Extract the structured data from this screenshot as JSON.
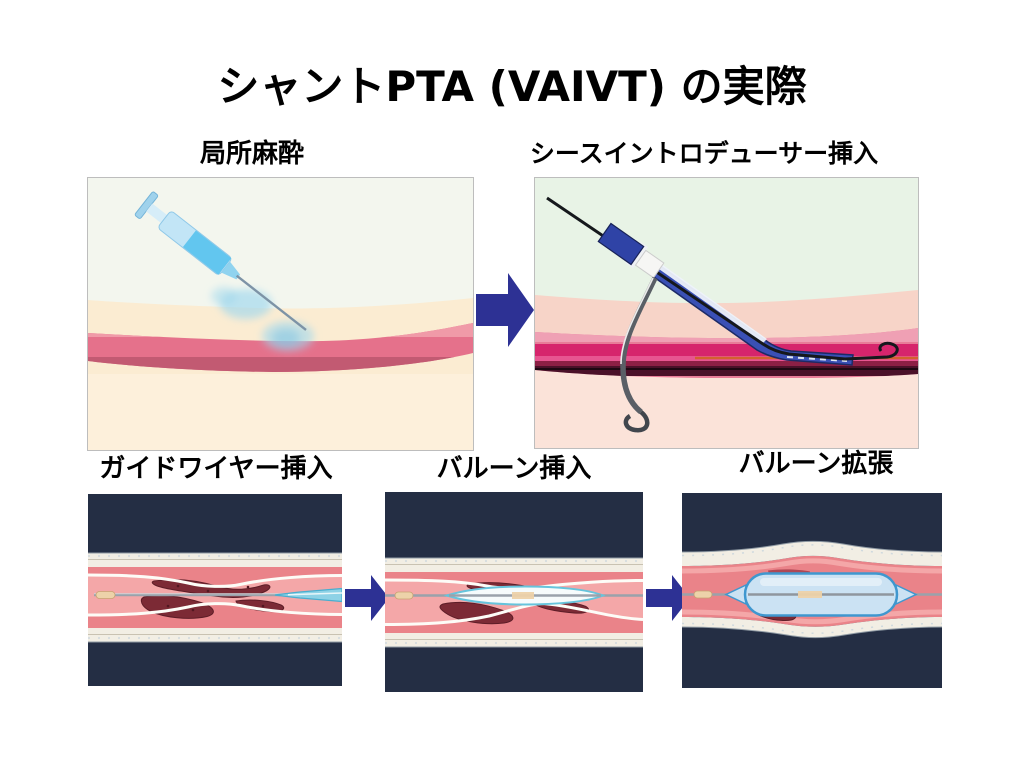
{
  "slide": {
    "title": "シャントPTA (VAIVT) の実際"
  },
  "steps": [
    {
      "id": "local-anesthesia",
      "label": "局所麻酔"
    },
    {
      "id": "sheath-introducer-insertion",
      "label": "シースイントロデューサー挿入"
    },
    {
      "id": "guidewire-insertion",
      "label": "ガイドワイヤー挿入"
    },
    {
      "id": "balloon-insertion",
      "label": "バルーン挿入"
    },
    {
      "id": "balloon-dilation",
      "label": "バルーン拡張"
    }
  ],
  "icons": {
    "flow_arrow": "right-block-arrow"
  },
  "colors": {
    "slidebg": "#ffffff",
    "text": "#000000",
    "arrow": "#2d3194",
    "panelborder": "#bdbdbd",
    "navy": "#242e44",
    "wall": "#f2eee4",
    "wallline": "#c9c2b2",
    "walldash": "#cfd9de",
    "wallouter": "#8f9aa4",
    "lumen": "#ea8389",
    "lumenlight": "#f4a7a8",
    "intima": "#fdfcf7",
    "plaque": "#7c2a35",
    "plaquedark": "#521721",
    "wire": "#9aa2ab",
    "wiretip": "#edd2a9",
    "wiretipedge": "#c7a271",
    "catheter": "#8ed2e6",
    "catheteredge": "#49aecf",
    "deflatefill": "#f6fbfc",
    "deflateedge": "#66c4dc",
    "balloonfill": "#cbe2f3",
    "balloonedge": "#3f97cf",
    "cream": "#fbecd2",
    "creamlow": "#fdf0db",
    "bggreen1": "#f3f6ee",
    "bggreen2": "#e8f3e6",
    "skinpink": "#f7d4c8",
    "peach": "#fbe3d9",
    "vesselbase": "#e5718b",
    "vesseltop": "#f09aa8",
    "vesselbottom": "#c25a72",
    "v2base": "#e87c98",
    "v2top": "#efa0b4",
    "vmagenta": "#d6256c",
    "vbright": "#e75590",
    "vorange": "#d2622e",
    "vmaroon": "#8c2045",
    "vdark": "#4a1129",
    "sheath": "#3a50b5",
    "sheathdark": "#1c2a66",
    "devblack": "#15181c",
    "hubblue": "#2f43a6",
    "collar": "#eef0f4",
    "tubegray": "#5a5f66",
    "tubehl": "#ececec",
    "syringebarrel": "#c2e5f6",
    "syringeliquid": "#62c6ef",
    "syringeflange": "#9fd2ec",
    "needle": "#7d93a6",
    "anesthetic": "#9ed7ee"
  }
}
